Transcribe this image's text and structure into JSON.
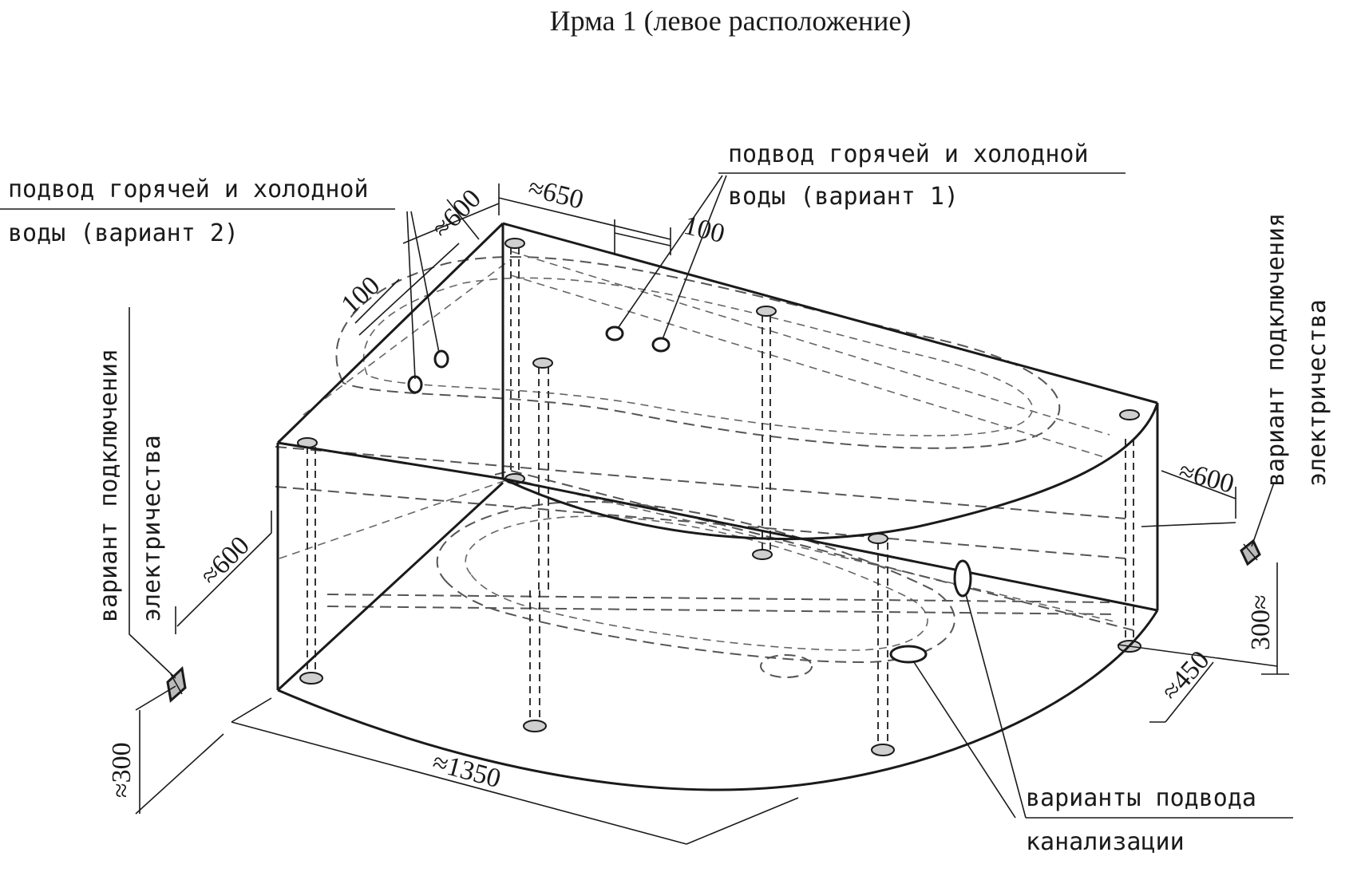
{
  "title": "Ирма 1 (левое расположение)",
  "labels": {
    "water_v2_line1": "подвод горячей и холодной",
    "water_v2_line2": "воды (вариант 2)",
    "water_v1_line1": "подвод горячей и холодной",
    "water_v1_line2": "воды (вариант 1)",
    "electric_left_line1": "вариант подключения",
    "electric_left_line2": "электричества",
    "electric_right_line1": "вариант подключения",
    "electric_right_line2": "электричества",
    "drain_line1": "варианты подвода",
    "drain_line2": "канализации"
  },
  "dimensions": {
    "d600_top": "≈600",
    "d100_left": "100",
    "d650": "≈650",
    "d100_right": "100",
    "d600_left": "≈600",
    "d300_left": "≈300",
    "d1350": "≈1350",
    "d600_right": "≈600",
    "d300_right": "300≈",
    "d450": "≈450"
  }
}
